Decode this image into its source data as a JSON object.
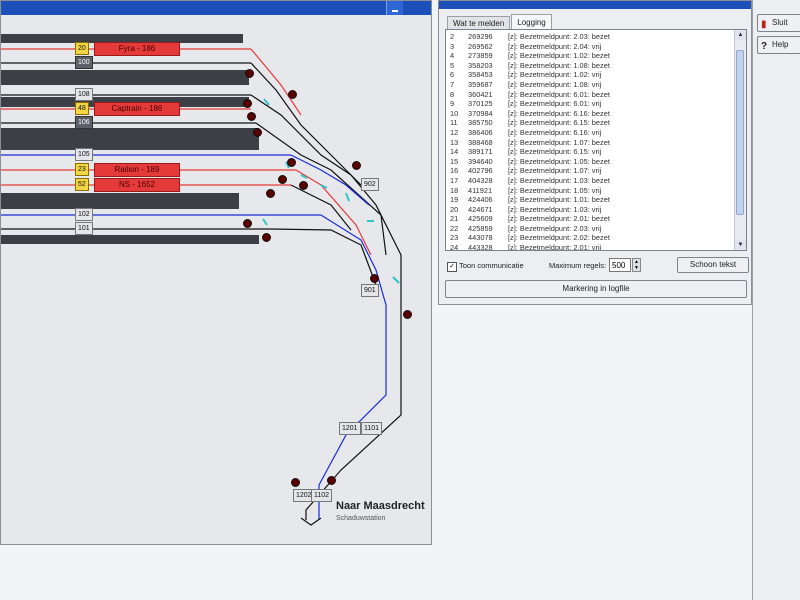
{
  "track": {
    "numbers": {
      "n20": "20",
      "n100": "100",
      "n108": "108",
      "n48": "48",
      "n106": "106",
      "n105": "105",
      "n23": "23",
      "n52": "52",
      "n102": "102",
      "n101": "101",
      "n902": "902",
      "n901": "901",
      "n1201": "1201",
      "n1101": "1101",
      "n1202": "1202",
      "n1102": "1102"
    },
    "trains": {
      "fyra": "Fyra - 186",
      "captrain": "Captrain - 186",
      "railion": "Railion - 189",
      "ns": "NS - 1652"
    },
    "destination_title": "Naar Maasdrecht",
    "destination_sub": "Schaduwstation",
    "colors": {
      "occupied": "#e53a3a",
      "blue_route": "#1a2bd6",
      "track": "#111111",
      "platform": "#3c3f45"
    }
  },
  "log": {
    "tabs": [
      "Wat te melden",
      "Logging"
    ],
    "rows": [
      {
        "idx": "2",
        "time": "269296",
        "msg": "[z]: Bezetmeldpunt: 2.03: bezet"
      },
      {
        "idx": "3",
        "time": "269562",
        "msg": "[z]: Bezetmeldpunt: 2.04: vrij"
      },
      {
        "idx": "4",
        "time": "273859",
        "msg": "[z]: Bezetmeldpunt: 1.02: bezet"
      },
      {
        "idx": "5",
        "time": "358203",
        "msg": "[z]: Bezetmeldpunt: 1.08: bezet"
      },
      {
        "idx": "6",
        "time": "358453",
        "msg": "[z]: Bezetmeldpunt: 1.02: vrij"
      },
      {
        "idx": "7",
        "time": "359687",
        "msg": "[z]: Bezetmeldpunt: 1.08: vrij"
      },
      {
        "idx": "8",
        "time": "360421",
        "msg": "[z]: Bezetmeldpunt: 6.01: bezet"
      },
      {
        "idx": "9",
        "time": "370125",
        "msg": "[z]: Bezetmeldpunt: 6.01: vrij"
      },
      {
        "idx": "10",
        "time": "370984",
        "msg": "[z]: Bezetmeldpunt: 6.16: bezet"
      },
      {
        "idx": "11",
        "time": "385750",
        "msg": "[z]: Bezetmeldpunt: 6.15: bezet"
      },
      {
        "idx": "12",
        "time": "386406",
        "msg": "[z]: Bezetmeldpunt: 6.16: vrij"
      },
      {
        "idx": "13",
        "time": "388468",
        "msg": "[z]: Bezetmeldpunt: 1.07: bezet"
      },
      {
        "idx": "14",
        "time": "389171",
        "msg": "[z]: Bezetmeldpunt: 6.15: vrij"
      },
      {
        "idx": "15",
        "time": "394640",
        "msg": "[z]: Bezetmeldpunt: 1.05: bezet"
      },
      {
        "idx": "16",
        "time": "402796",
        "msg": "[z]: Bezetmeldpunt: 1.07: vrij"
      },
      {
        "idx": "17",
        "time": "404328",
        "msg": "[z]: Bezetmeldpunt: 1.03: bezet"
      },
      {
        "idx": "18",
        "time": "411921",
        "msg": "[z]: Bezetmeldpunt: 1.05: vrij"
      },
      {
        "idx": "19",
        "time": "424406",
        "msg": "[z]: Bezetmeldpunt: 1.01: bezet"
      },
      {
        "idx": "20",
        "time": "424671",
        "msg": "[z]: Bezetmeldpunt: 1.03: vrij"
      },
      {
        "idx": "21",
        "time": "425609",
        "msg": "[z]: Bezetmeldpunt: 2.01: bezet"
      },
      {
        "idx": "22",
        "time": "425859",
        "msg": "[z]: Bezetmeldpunt: 2.03: vrij"
      },
      {
        "idx": "23",
        "time": "443078",
        "msg": "[z]: Bezetmeldpunt: 2.02: bezet"
      },
      {
        "idx": "24",
        "time": "443328",
        "msg": "[z]: Bezetmeldpunt: 2.01: vrij"
      }
    ],
    "toon_label": "Toon communicatie",
    "toon_checked": true,
    "max_label": "Maximum regels:",
    "max_value": "500",
    "clear_label": "Schoon tekst",
    "mark_label": "Markering in logfile"
  },
  "side": {
    "close_label": "Sluit",
    "help_label": "Help"
  }
}
